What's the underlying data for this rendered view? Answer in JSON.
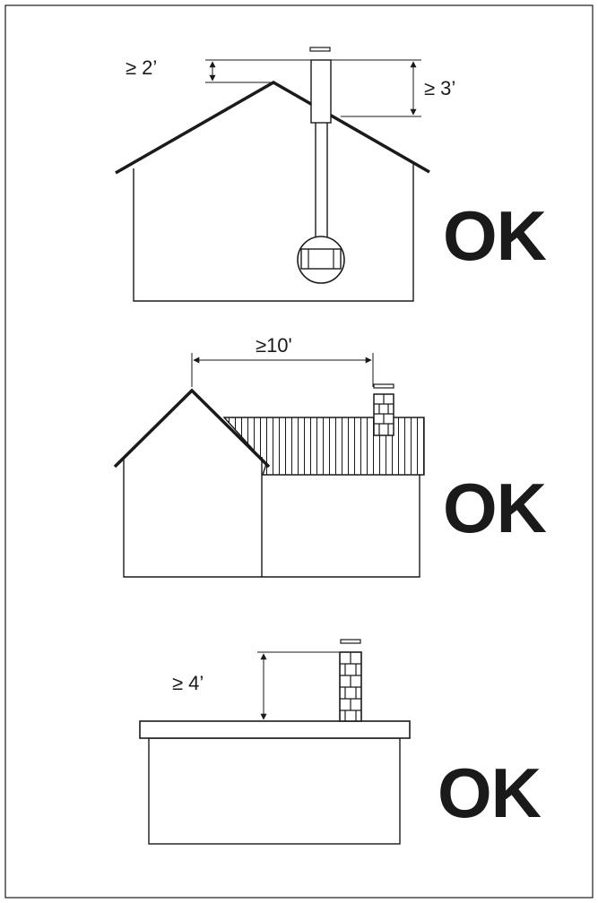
{
  "colors": {
    "ink": "#1a1a1a",
    "paper": "#ffffff"
  },
  "panels": [
    {
      "dimensions": [
        {
          "label": "≥ 2’"
        },
        {
          "label": "≥ 3’"
        }
      ],
      "verdict": "OK"
    },
    {
      "dimensions": [
        {
          "label": "≥10'"
        }
      ],
      "verdict": "OK"
    },
    {
      "dimensions": [
        {
          "label": "≥ 4’"
        }
      ],
      "verdict": "OK"
    }
  ]
}
